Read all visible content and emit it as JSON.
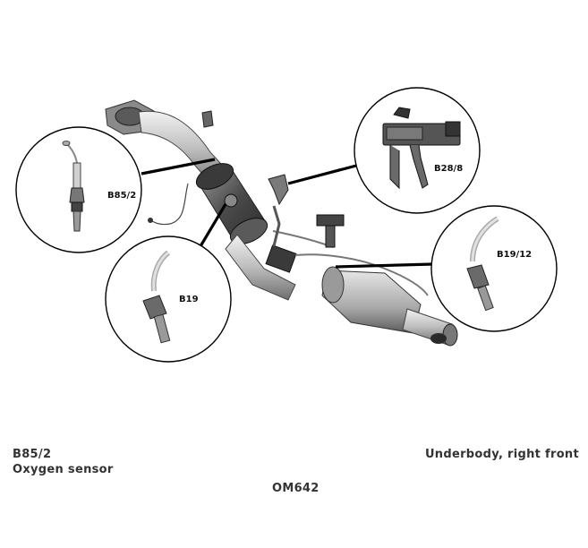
{
  "callouts": {
    "b85_2": "B85/2",
    "b19": "B19",
    "b28_8": "B28/8",
    "b19_12": "B19/12"
  },
  "caption": {
    "component_code": "B85/2",
    "component_name": "Oxygen sensor",
    "location": "Underbody, right front",
    "engine": "OM642"
  },
  "colors": {
    "leader": "#000000",
    "circle_stroke": "#000000",
    "part_light": "#d9d9d9",
    "part_dark": "#444444",
    "text": "#333333"
  }
}
